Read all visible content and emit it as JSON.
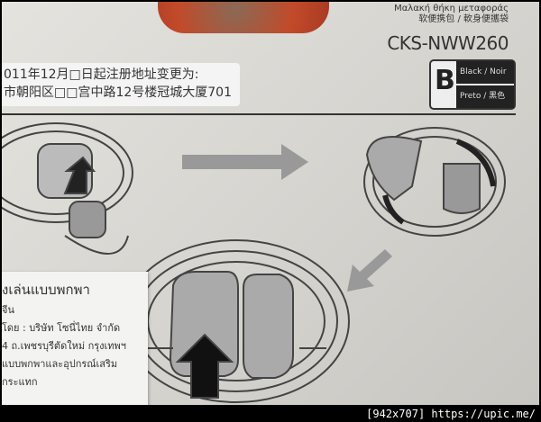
{
  "packaging": {
    "greek_line": "Μαλακή θήκη μεταφοράς",
    "chinese_line": "软便携包 / 軟身便攜袋",
    "model": "CKS-NWW260",
    "color_code": "B",
    "color_line1": "Black / Noir",
    "color_line2": "Preto / 黑色"
  },
  "sticker": {
    "line1": "011年12月□日起注册地址变更为:",
    "line2": "市朝阳区□□宫中路12号楼冠城大厦701"
  },
  "thai_label": {
    "title": "งเล่นแบบพกพา",
    "line1": "จีน",
    "line2": "โดย : บริษัท โซนี่ไทย จำกัด",
    "line3": "4 ถ.เพชรบุรีตัดใหม่ กรุงเทพฯ",
    "line4": "แบบพกพาและอุปกรณ์เสริม",
    "line5": "กระแทก"
  },
  "watermark": "[942x707] https://upic.me/",
  "colors": {
    "card": "#dcdbd6",
    "ink": "#333333",
    "window": "#c24a2a"
  }
}
